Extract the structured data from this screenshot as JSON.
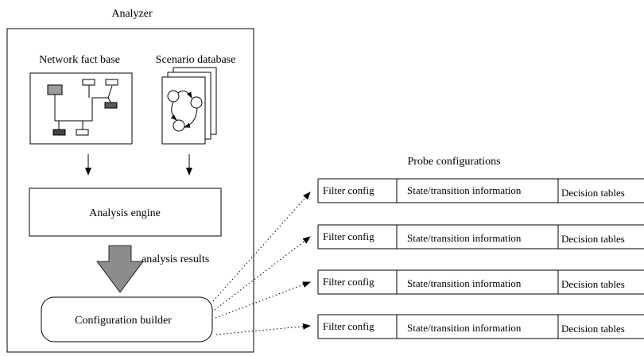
{
  "analyzer": {
    "title": "Analyzer",
    "network_fact_base_label": "Network fact base",
    "scenario_database_label": "Scenario database",
    "analysis_engine_label": "Analysis engine",
    "analysis_results_label": "analysis results",
    "configuration_builder_label": "Configuration builder"
  },
  "probes": {
    "title": "Probe configurations",
    "rows": [
      {
        "filter": "Filter config",
        "state": "State/transition information",
        "decision": "Decision tables"
      },
      {
        "filter": "Filter config",
        "state": "State/transition information",
        "decision": "Decision tables"
      },
      {
        "filter": "Filter config",
        "state": "State/transition information",
        "decision": "Decision tables"
      },
      {
        "filter": "Filter config",
        "state": "State/transition information",
        "decision": "Decision tables"
      }
    ]
  },
  "colors": {
    "line": "#000000",
    "big_arrow": "#8c8c8c",
    "node_gray": "#9a9a9a",
    "node_dark": "#5a5a5a",
    "node_darker": "#444444"
  }
}
